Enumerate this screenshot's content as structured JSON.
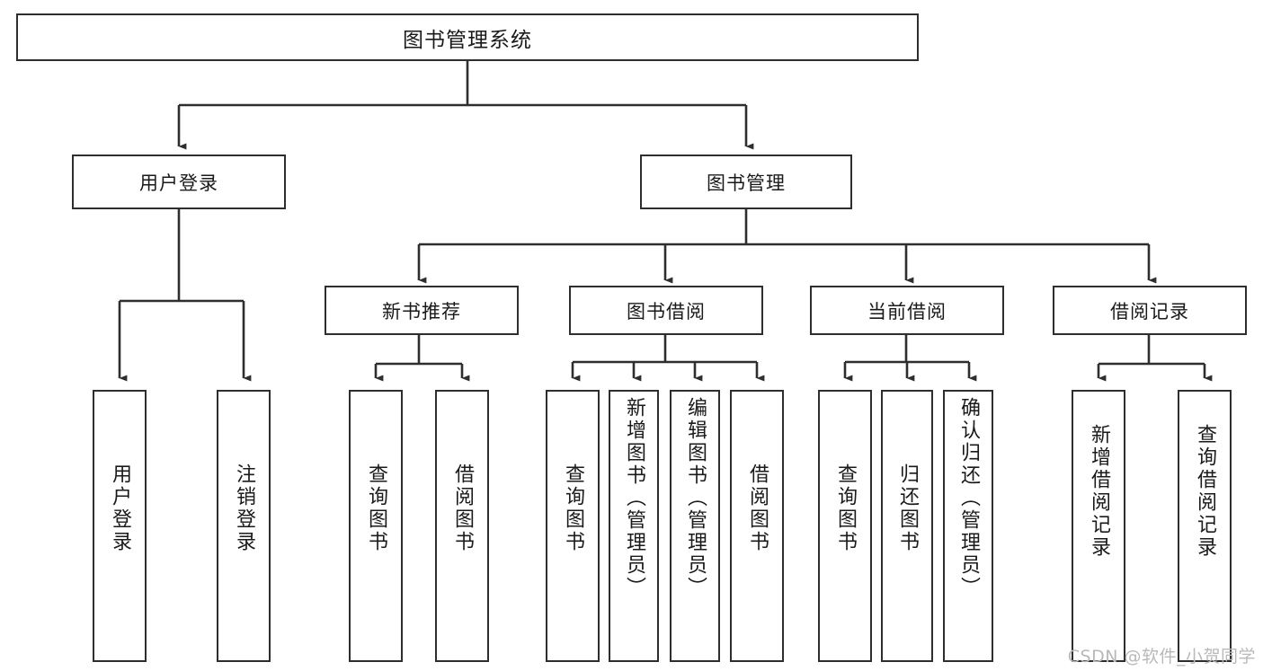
{
  "diagram": {
    "type": "tree",
    "title": "图书管理系统",
    "orientation": "top-down",
    "colors": {
      "box_border": "#2e2e2e",
      "box_fill": "#ffffff",
      "connector": "#2e2e2e",
      "background": "#ffffff",
      "watermark": "#b9b9b9"
    },
    "root": {
      "label": "图书管理系统"
    },
    "level2": [
      {
        "label": "用户登录"
      },
      {
        "label": "图书管理"
      }
    ],
    "level3": [
      {
        "label": "新书推荐"
      },
      {
        "label": "图书借阅"
      },
      {
        "label": "当前借阅"
      },
      {
        "label": "借阅记录"
      }
    ],
    "leaves": {
      "user_login": [
        {
          "label": "用户登录"
        },
        {
          "label": "注销登录"
        }
      ],
      "new_book_recommend": [
        {
          "label": "查询图书"
        },
        {
          "label": "借阅图书"
        }
      ],
      "book_borrow": [
        {
          "label": "查询图书"
        },
        {
          "label": "新增图书（管理员）"
        },
        {
          "label": "编辑图书（管理员）"
        },
        {
          "label": "借阅图书"
        }
      ],
      "current_borrow": [
        {
          "label": "查询图书"
        },
        {
          "label": "归还图书"
        },
        {
          "label": "确认归还（管理员）"
        }
      ],
      "borrow_record": [
        {
          "label": "新增借阅记录"
        },
        {
          "label": "查询借阅记录"
        }
      ]
    }
  },
  "watermark": {
    "text": "CSDN @软件_小贺同学"
  }
}
